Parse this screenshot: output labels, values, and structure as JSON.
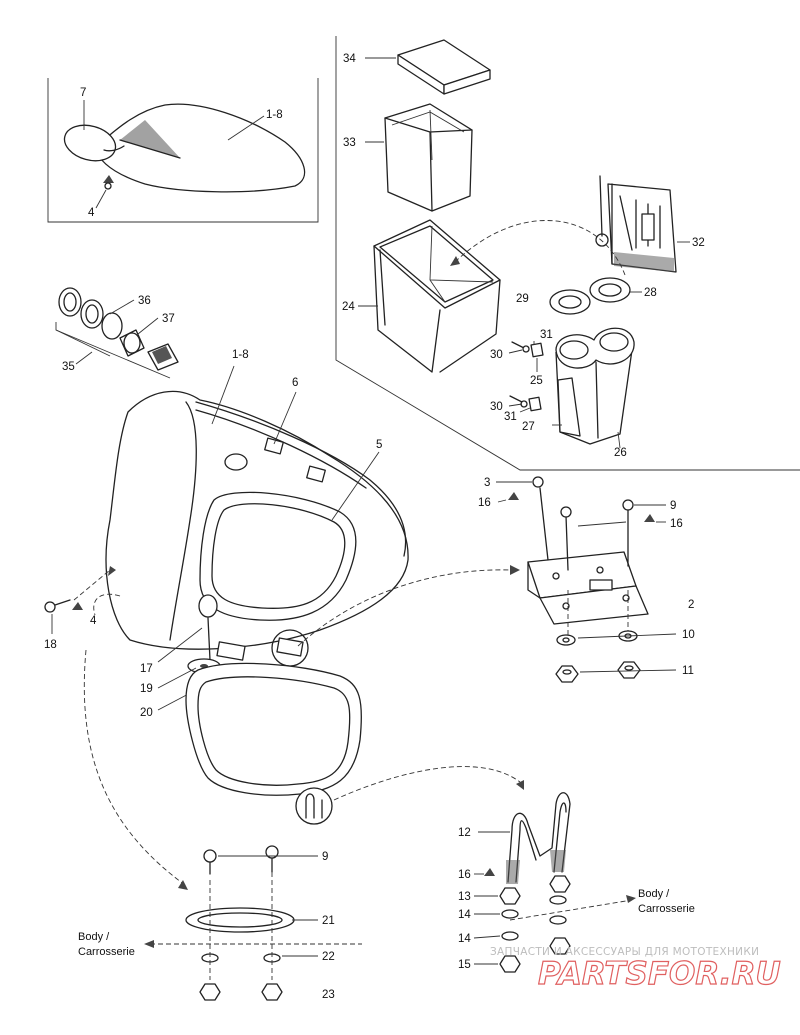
{
  "callouts": {
    "c34": "34",
    "c33": "33",
    "c7": "7",
    "c1_8a": "1-8",
    "c4a": "4",
    "c32": "32",
    "c28": "28",
    "c29": "29",
    "c24": "24",
    "c36": "36",
    "c37": "37",
    "c35": "35",
    "c1_8b": "1-8",
    "c6": "6",
    "c31a": "31",
    "c30a": "30",
    "c25": "25",
    "c30b": "30",
    "c31b": "31",
    "c27": "27",
    "c26": "26",
    "c5": "5",
    "c3": "3",
    "c16a": "16",
    "c9a": "9",
    "c16b": "16",
    "c2": "2",
    "c10": "10",
    "c11": "11",
    "c18": "18",
    "c4b": "4",
    "c17": "17",
    "c19": "19",
    "c20": "20",
    "c12": "12",
    "c16c": "16",
    "c13": "13",
    "c14a": "14",
    "c14b": "14",
    "c15": "15",
    "c9b": "9",
    "c21": "21",
    "c22": "22",
    "c23": "23"
  },
  "labels": {
    "body_left_1": "Body /",
    "body_left_2": "Carrosserie",
    "body_right_1": "Body /",
    "body_right_2": "Carrosserie"
  },
  "watermark": {
    "tagline": "ЗАПЧАСТИ И АКСЕССУАРЫ ДЛЯ МОТОТЕХНИКИ",
    "logo": "PARTSFOR.RU"
  }
}
